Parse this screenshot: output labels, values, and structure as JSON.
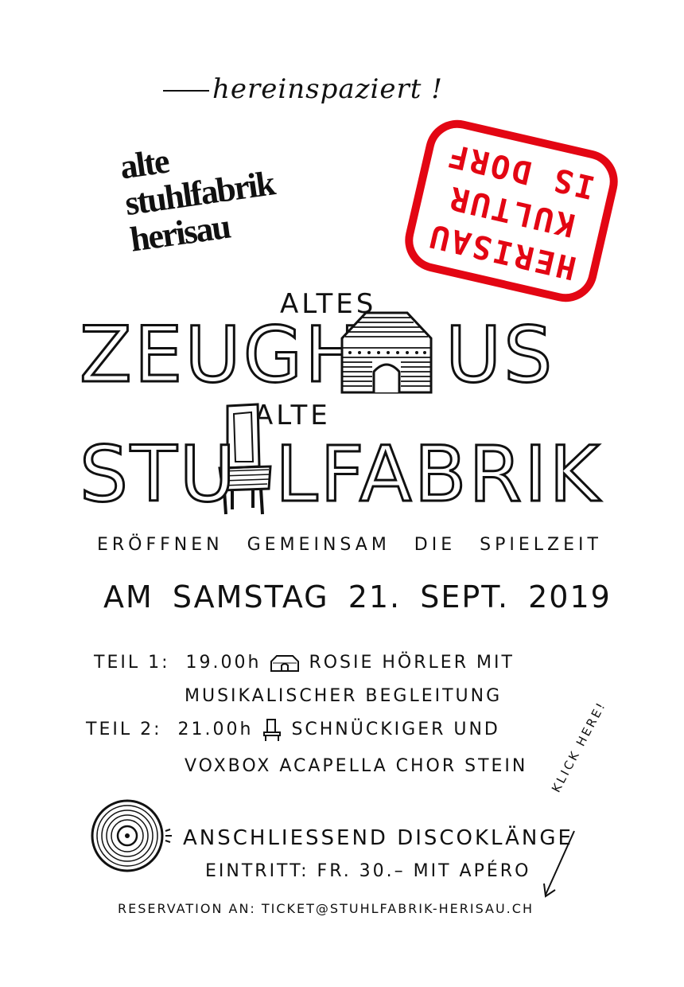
{
  "tagline": {
    "text": "hereinspaziert",
    "excl": "!"
  },
  "logo": {
    "lines": [
      "alte",
      "stuhlfabrik",
      "herisau"
    ]
  },
  "stamp": {
    "lines": [
      "HERISAU",
      "KULTUR",
      "IS DORF"
    ],
    "color": "#e30613"
  },
  "title": {
    "altes": "ALTES",
    "zeug": "ZEUGH",
    "us": "US",
    "alte": "ALTE",
    "stu": "STU",
    "lfabrik": "LFABRIK"
  },
  "subtitle": "ERÖFFNEN GEMEINSAM DIE SPIELZEIT",
  "date": "AM SAMSTAG 21. SEPT. 2019",
  "program": {
    "part1": {
      "label": "TEIL 1:",
      "time": "19.00h",
      "act": "ROSIE HÖRLER MIT",
      "act2": "MUSIKALISCHER BEGLEITUNG"
    },
    "part2": {
      "label": "TEIL 2:",
      "time": "21.00h",
      "act": "SCHNÜCKIGER UND",
      "act2": "VOXBOX ACAPELLA CHOR STEIN"
    }
  },
  "disco": "ANSCHLIESSEND DISCOKLÄNGE",
  "entry": "EINTRITT: FR. 30.– MIT APÉRO",
  "reservation": "RESERVATION AN: TICKET@STUHLFABRIK-HERISAU.CH",
  "klick": "KLICK HERE!",
  "icons": [
    "house-icon",
    "chair-icon",
    "small-house-icon",
    "small-chair-icon",
    "vinyl-record-icon",
    "arrow-icon"
  ]
}
